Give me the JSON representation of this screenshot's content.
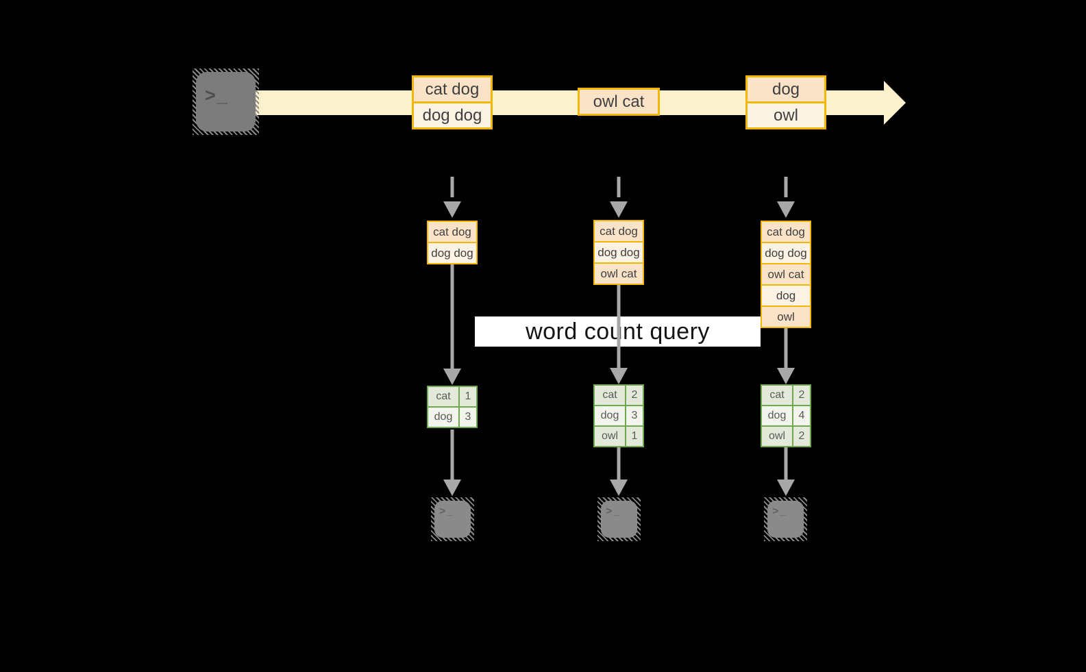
{
  "diagram": {
    "banner_label": "word count query",
    "terminal_glyph": ">_"
  },
  "colors": {
    "background": "#000000",
    "stream_band": "#fcf1cd",
    "orange_border": "#f2b705",
    "peach_dark": "#fbe3c8",
    "peach_light": "#fdf3e5",
    "green_border": "#6fa84c",
    "green_cell_dark": "#e4ead9",
    "green_cell_light": "#f2f5ec",
    "arrow_gray": "#a8a8a8",
    "terminal_gray": "#7c7c7c"
  },
  "stream_batches": [
    {
      "lines": [
        "cat dog",
        "dog dog"
      ]
    },
    {
      "lines": [
        "owl cat"
      ]
    },
    {
      "lines": [
        "dog",
        "owl"
      ]
    }
  ],
  "columns": [
    {
      "state_lines": [
        "cat dog",
        "dog dog"
      ],
      "counts": {
        "rows": [
          {
            "word": "cat",
            "count": "1"
          },
          {
            "word": "dog",
            "count": "3"
          }
        ]
      }
    },
    {
      "state_lines": [
        "cat dog",
        "dog dog",
        "owl cat"
      ],
      "counts": {
        "rows": [
          {
            "word": "cat",
            "count": "2"
          },
          {
            "word": "dog",
            "count": "3"
          },
          {
            "word": "owl",
            "count": "1"
          }
        ]
      }
    },
    {
      "state_lines": [
        "cat dog",
        "dog dog",
        "owl cat",
        "dog",
        "owl"
      ],
      "counts": {
        "rows": [
          {
            "word": "cat",
            "count": "2"
          },
          {
            "word": "dog",
            "count": "4"
          },
          {
            "word": "owl",
            "count": "2"
          }
        ]
      }
    }
  ]
}
